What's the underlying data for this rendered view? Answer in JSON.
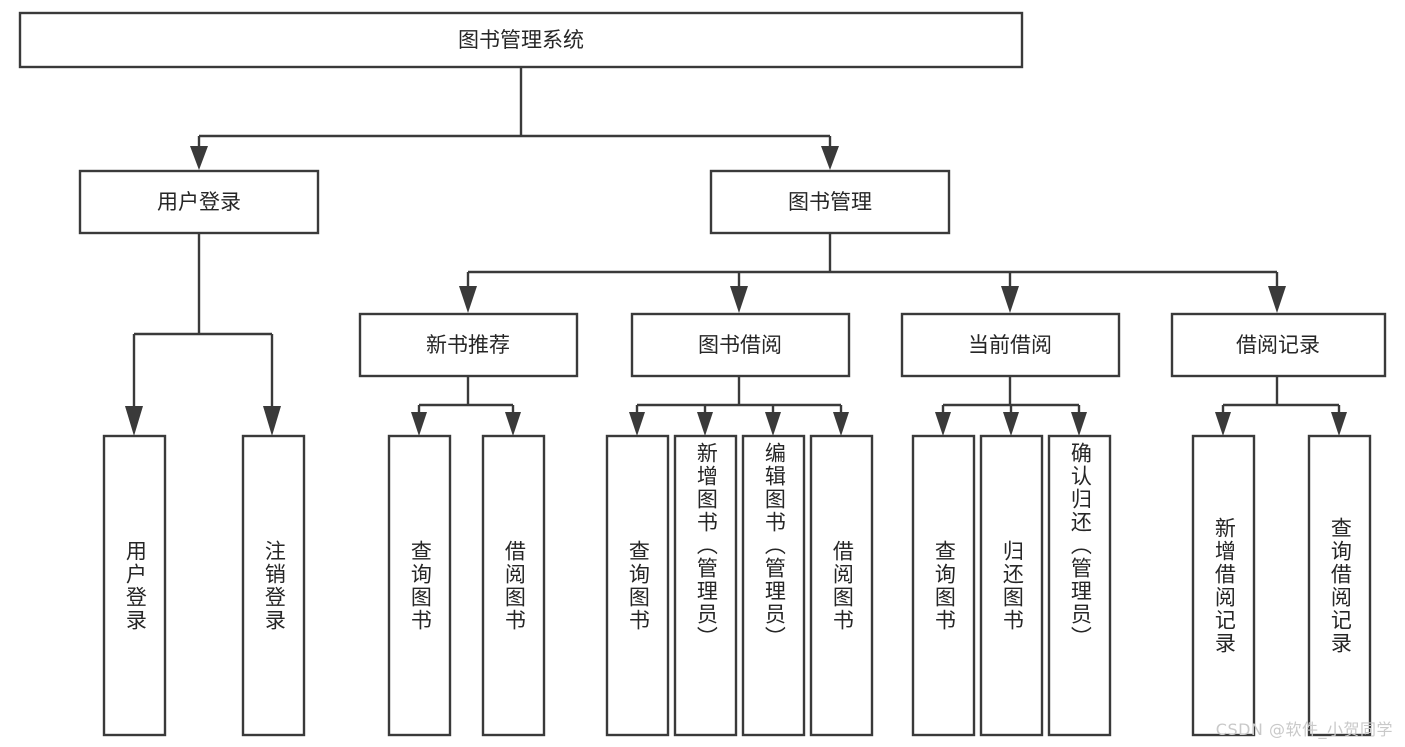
{
  "diagram": {
    "type": "tree-hierarchy",
    "title": "图书管理系统",
    "watermark": "CSDN @软件_小贺同学",
    "colors": {
      "stroke": "#3a3a3a",
      "fill": "#ffffff",
      "text": "#262626",
      "watermark": "#c9c9c9",
      "background": "#ffffff"
    },
    "nodes": {
      "root": {
        "label": "图书管理系统"
      },
      "level2": [
        {
          "id": "user-login",
          "label": "用户登录"
        },
        {
          "id": "book-manage",
          "label": "图书管理"
        }
      ],
      "level3": [
        {
          "id": "new-book-recommend",
          "label": "新书推荐"
        },
        {
          "id": "book-borrow",
          "label": "图书借阅"
        },
        {
          "id": "current-borrow",
          "label": "当前借阅"
        },
        {
          "id": "borrow-record",
          "label": "借阅记录"
        }
      ],
      "leaves": {
        "user-login": [
          {
            "id": "leaf-user-login",
            "label": "用户登录"
          },
          {
            "id": "leaf-logout-login",
            "label": "注销登录"
          }
        ],
        "new-book-recommend": [
          {
            "id": "leaf-query-book-1",
            "label": "查询图书"
          },
          {
            "id": "leaf-borrow-book-1",
            "label": "借阅图书"
          }
        ],
        "book-borrow": [
          {
            "id": "leaf-query-book-2",
            "label": "查询图书"
          },
          {
            "id": "leaf-add-book",
            "label": "新增图书（管理员）"
          },
          {
            "id": "leaf-edit-book",
            "label": "编辑图书（管理员）"
          },
          {
            "id": "leaf-borrow-book-2",
            "label": "借阅图书"
          }
        ],
        "current-borrow": [
          {
            "id": "leaf-query-book-3",
            "label": "查询图书"
          },
          {
            "id": "leaf-return-book",
            "label": "归还图书"
          },
          {
            "id": "leaf-confirm-return",
            "label": "确认归还（管理员）"
          }
        ],
        "borrow-record": [
          {
            "id": "leaf-add-record",
            "label": "新增借阅记录"
          },
          {
            "id": "leaf-query-record",
            "label": "查询借阅记录"
          }
        ]
      }
    }
  }
}
